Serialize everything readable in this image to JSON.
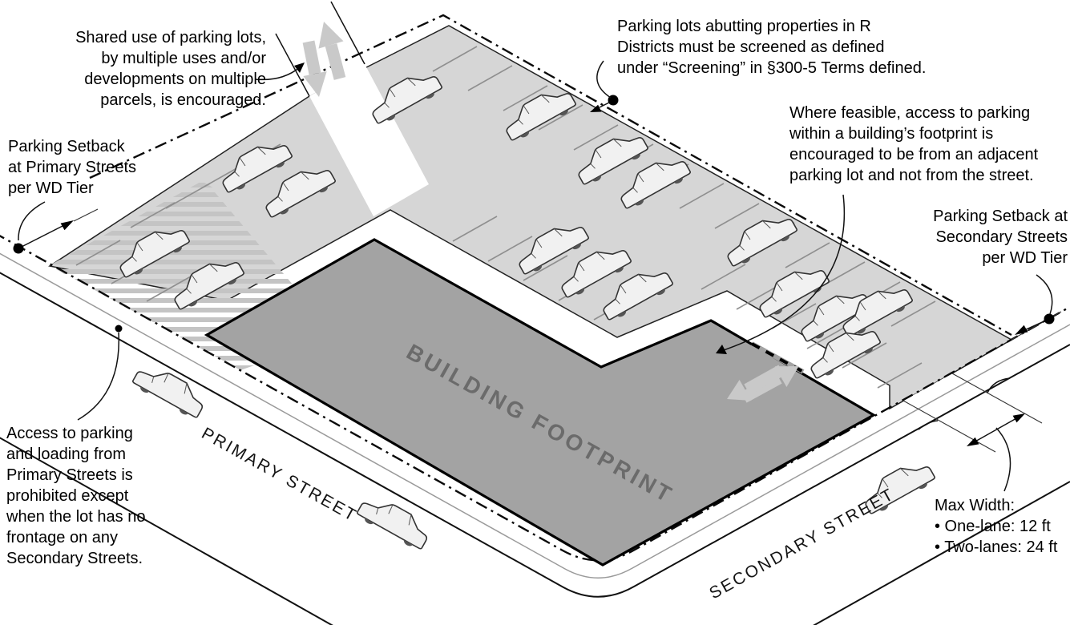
{
  "labels": {
    "building": "BUILDING FOOTPRINT",
    "primary_street": "PRIMARY STREET",
    "secondary_street": "SECONDARY STREET"
  },
  "annotations": {
    "shared_use": "Shared use of parking lots,\nby multiple uses and/or\ndevelopments on multiple\nparcels, is encouraged.",
    "r_district_screening": "Parking lots abutting properties in R\nDistricts must be screened as defined\nunder “Screening” in §300-5 Terms defined.",
    "building_access": "Where feasible, access to parking\nwithin a building’s footprint is\nencouraged to be from an adjacent\nparking lot and not from the street.",
    "setback_primary": "Parking Setback\nat Primary Streets\nper WD Tier",
    "setback_secondary": "Parking Setback at\nSecondary Streets\nper WD Tier",
    "access_prohibited": "Access to parking\nand loading from\nPrimary Streets is\nprohibited except\nwhen the lot has no\nfrontage on any\nSecondary Streets.",
    "max_width": "Max Width:\n• One-lane: 12 ft\n• Two-lanes: 24 ft"
  },
  "colors": {
    "parking_lot": "#d6d6d6",
    "building": "#a3a3a3",
    "building_label": "#6b6b6b",
    "access_arrow": "#c9c9c9",
    "hatch_stripe": "#c4c4c4",
    "line": "#111111"
  }
}
